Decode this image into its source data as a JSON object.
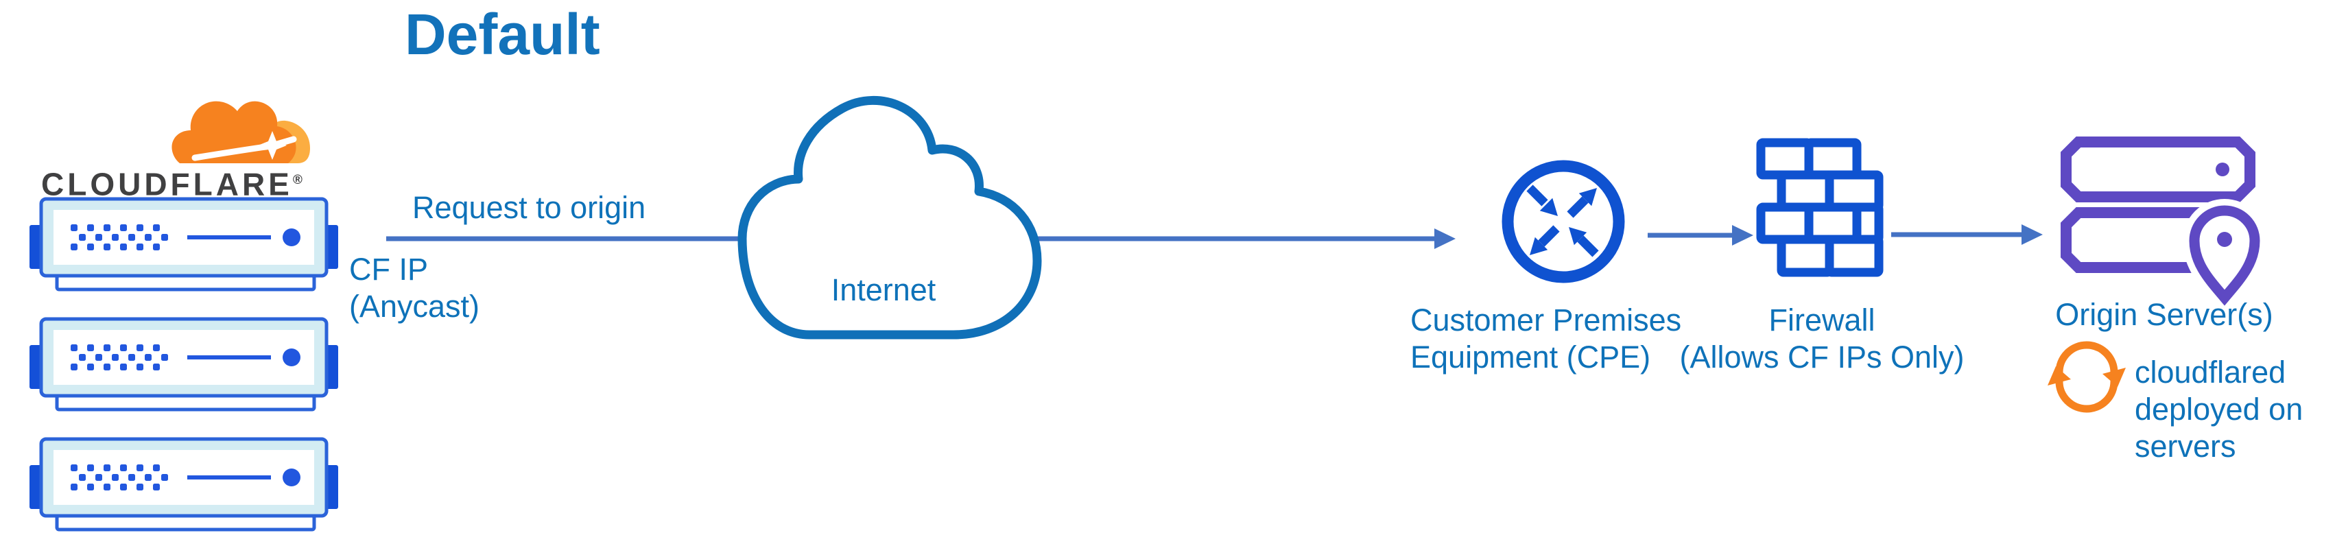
{
  "diagram": {
    "title": "Default",
    "brand": {
      "wordmark": "CLOUDFLARE",
      "registered_mark": "®"
    },
    "labels": {
      "request_to_origin": "Request to origin",
      "cf_ip": "CF IP\n(Anycast)",
      "internet": "Internet",
      "cpe": "Customer Premises\nEquipment (CPE)",
      "firewall": "Firewall\n(Allows CF IPs Only)",
      "origin_servers": "Origin Server(s)",
      "cloudflared": "cloudflared\ndeployed on\nservers"
    },
    "nodes": [
      {
        "id": "cloudflare-edge",
        "icon": "cloudflare-server-stack-icon",
        "description": "Three Cloudflare edge server racks"
      },
      {
        "id": "internet",
        "icon": "internet-cloud-icon",
        "label": "Internet"
      },
      {
        "id": "cpe",
        "icon": "router-arrows-icon",
        "label": "Customer Premises Equipment (CPE)"
      },
      {
        "id": "firewall",
        "icon": "brick-wall-icon",
        "label": "Firewall (Allows CF IPs Only)"
      },
      {
        "id": "origin",
        "icon": "origin-server-location-icon",
        "label": "Origin Server(s)"
      }
    ],
    "edges": [
      {
        "from": "cloudflare-edge",
        "to": "cpe",
        "label": "Request to origin",
        "sublabel": "CF IP (Anycast)",
        "through": "internet"
      },
      {
        "from": "cpe",
        "to": "firewall"
      },
      {
        "from": "firewall",
        "to": "origin"
      }
    ],
    "colors": {
      "text_blue": "#0e72b9",
      "title_blue": "#1272ba",
      "arrow_blue": "#4472c4",
      "icon_blue": "#0f52d0",
      "server_blue": "#2257df",
      "server_ear_blue": "#1450d8",
      "server_fill": "#d3ecf3",
      "cloud_outline_blue": "#1070b8",
      "origin_purple": "#5e49c3",
      "cloudflare_orange": "#f6821f",
      "cloudflare_light_orange": "#fbad41",
      "wordmark_gray": "#404041"
    }
  }
}
